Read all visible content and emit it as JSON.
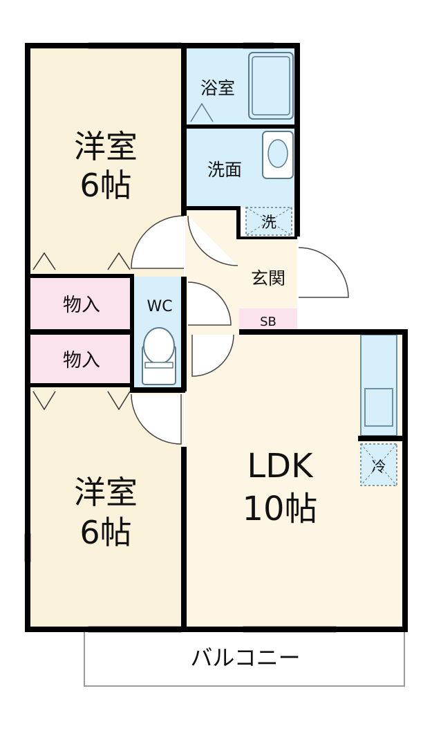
{
  "rooms": {
    "bedroom_top": {
      "name": "洋室",
      "size": "6帖"
    },
    "bedroom_bottom": {
      "name": "洋室",
      "size": "6帖"
    },
    "ldk": {
      "name": "LDK",
      "size": "10帖"
    },
    "bathroom": {
      "name": "浴室"
    },
    "washroom": {
      "name": "洗面"
    },
    "washer": {
      "name": "洗"
    },
    "entrance": {
      "name": "玄関"
    },
    "shoe_box": {
      "name": "SB"
    },
    "toilet": {
      "name": "WC"
    },
    "closet_top": {
      "name": "物入"
    },
    "closet_bottom": {
      "name": "物入"
    },
    "fridge": {
      "name": "冷"
    },
    "balcony": {
      "name": "バルコニー"
    }
  },
  "colors": {
    "wall": "#000000",
    "western_room_floor": "#fbf2dc",
    "ldk_floor": "#fdf6e4",
    "wet_area": "#d6effa",
    "closet": "#fae3ec",
    "entrance": "#fdf6e4",
    "shoe_box": "#fae3ec",
    "balcony": "#ffffff"
  }
}
